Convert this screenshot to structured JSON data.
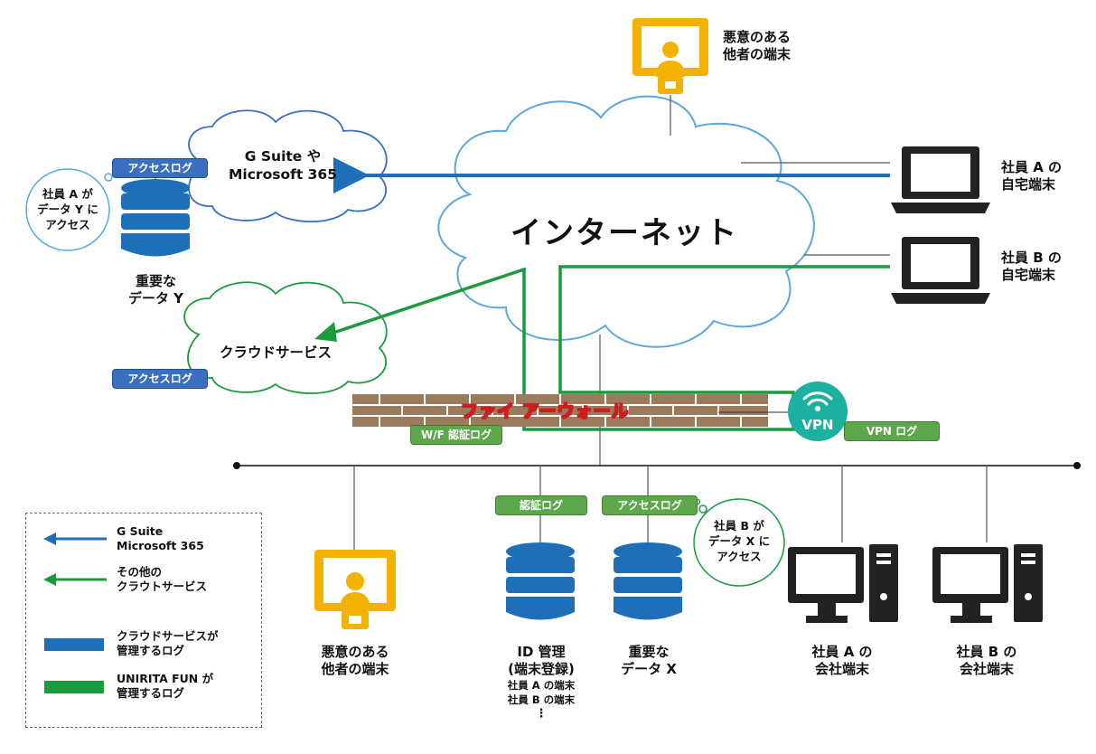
{
  "internet": {
    "title": "インターネット"
  },
  "firewall": {
    "title": "ファイ アーウォール"
  },
  "cloud_gsuite": {
    "line1": "G Suite や",
    "line2": "Microsoft 365"
  },
  "cloud_other": {
    "title": "クラウドサービス"
  },
  "malicious_top": {
    "line1": "悪意のある",
    "line2": "他者の端末"
  },
  "employee_a_home": {
    "line1": "社員 A の",
    "line2": "自宅端末"
  },
  "employee_b_home": {
    "line1": "社員 B の",
    "line2": "自宅端末"
  },
  "important_data_y": {
    "line1": "重要な",
    "line2": "データ Y"
  },
  "bubble_a": {
    "line1": "社員 A が",
    "line2": "データ Y に",
    "line3": "アクセス"
  },
  "bubble_b": {
    "line1": "社員 B が",
    "line2": "データ X に",
    "line3": "アクセス"
  },
  "tags": {
    "access_log_gsuite": "アクセスログ",
    "access_log_cloud": "アクセスログ",
    "wf_auth_log": "W/F 認証ログ",
    "vpn_log": "VPN ログ",
    "auth_log": "認証ログ",
    "access_log_data_x": "アクセスログ"
  },
  "vpn": {
    "label": "VPN"
  },
  "malicious_bottom": {
    "line1": "悪意のある",
    "line2": "他者の端末"
  },
  "id_management": {
    "line1": "ID 管理",
    "line2": "(端末登録)",
    "line3": "社員 A の端末",
    "line4": "社員 B の端末",
    "line5": "⋮"
  },
  "important_data_x": {
    "line1": "重要な",
    "line2": "データ X"
  },
  "employee_a_office": {
    "line1": "社員 A の",
    "line2": "会社端末"
  },
  "employee_b_office": {
    "line1": "社員 B の",
    "line2": "会社端末"
  },
  "legend": {
    "gsuite_line1": "G Suite",
    "gsuite_line2": "Microsoft 365",
    "other_line1": "その他の",
    "other_line2": "クラウトサービス",
    "cloud_log_line1": "クラウドサービスが",
    "cloud_log_line2": "管理するログ",
    "unirita_line1": "UNIRITA FUN が",
    "unirita_line2": "管理するログ"
  },
  "colors": {
    "blue": "#1f6fb8",
    "green": "#1a9c3e",
    "yellow": "#f2b200",
    "dark": "#222222",
    "brick": "#9c7a5c",
    "vpn_teal": "#1bb0a0"
  }
}
